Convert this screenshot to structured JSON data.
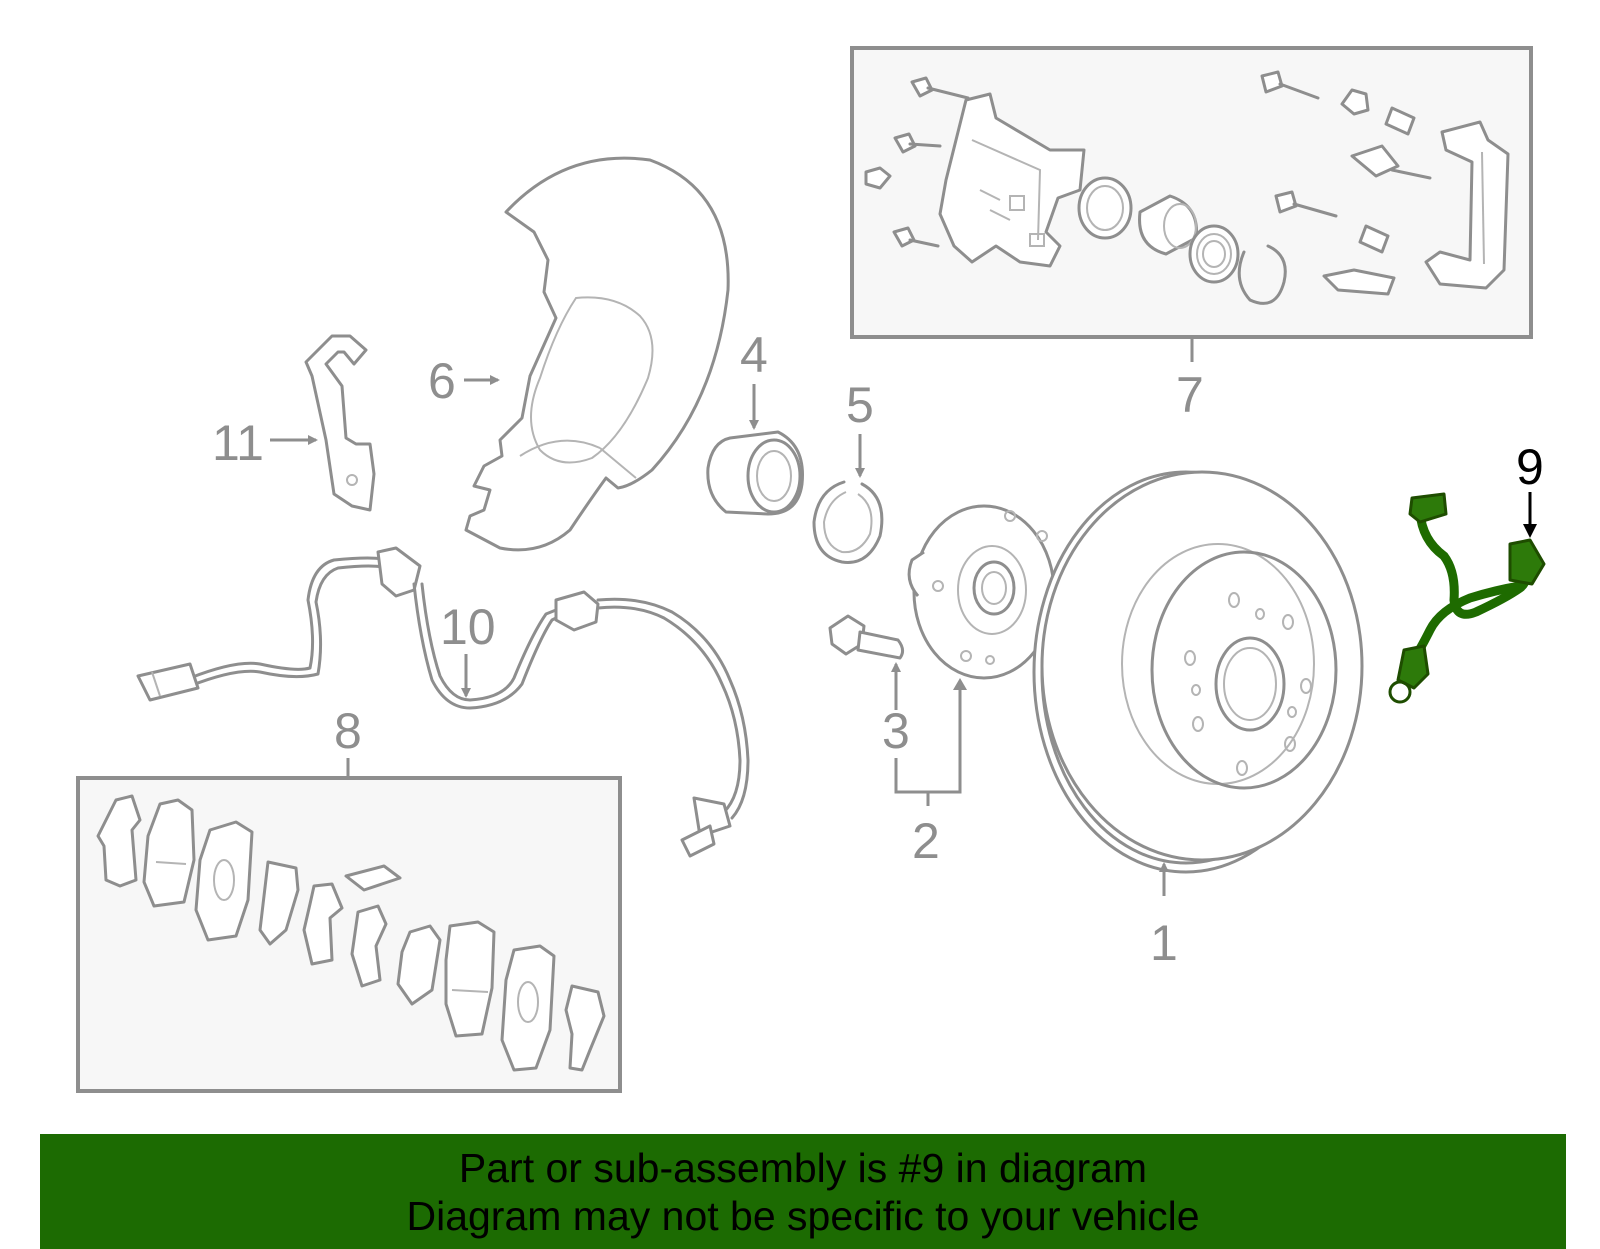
{
  "callouts": {
    "c1": "1",
    "c2": "2",
    "c3": "3",
    "c4": "4",
    "c5": "5",
    "c6": "6",
    "c7": "7",
    "c8": "8",
    "c9": "9",
    "c10": "10",
    "c11": "11"
  },
  "highlight_color": "#1c6b02",
  "banner": {
    "line1": "Part or sub-assembly is #9 in diagram",
    "line2": "Diagram may not be specific to your vehicle"
  }
}
